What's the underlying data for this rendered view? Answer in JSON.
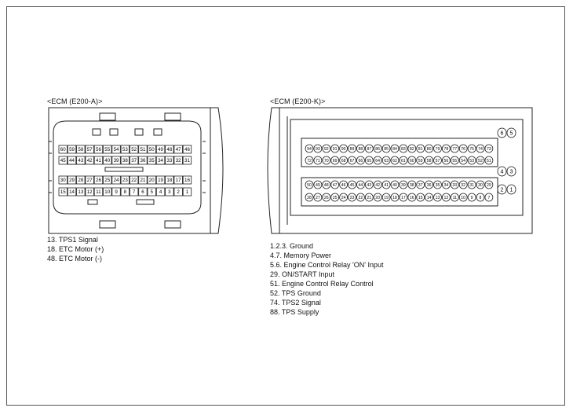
{
  "connector_a": {
    "caption": "<ECM (E200-A)>",
    "rows": [
      [
        "60",
        "59",
        "58",
        "57",
        "56",
        "55",
        "54",
        "53",
        "52",
        "51",
        "50",
        "49",
        "48",
        "47",
        "46"
      ],
      [
        "45",
        "44",
        "43",
        "42",
        "41",
        "40",
        "39",
        "38",
        "37",
        "36",
        "35",
        "34",
        "33",
        "32",
        "31"
      ],
      [
        "30",
        "29",
        "28",
        "27",
        "26",
        "25",
        "24",
        "23",
        "22",
        "21",
        "20",
        "19",
        "18",
        "17",
        "16"
      ],
      [
        "15",
        "14",
        "13",
        "12",
        "11",
        "10",
        "9",
        "8",
        "7",
        "6",
        "5",
        "4",
        "3",
        "2",
        "1"
      ]
    ],
    "legend": [
      "13. TPS1 Signal",
      "18. ETC Motor (+)",
      "48. ETC Motor (-)"
    ]
  },
  "connector_k": {
    "caption": "<ECM (E200-K)>",
    "rows": [
      [
        "94",
        "93",
        "92",
        "91",
        "90",
        "89",
        "88",
        "87",
        "86",
        "85",
        "84",
        "83",
        "82",
        "81",
        "80",
        "79",
        "78",
        "77",
        "76",
        "75",
        "74",
        "73"
      ],
      [
        "72",
        "71",
        "70",
        "69",
        "68",
        "67",
        "66",
        "65",
        "64",
        "63",
        "62",
        "61",
        "60",
        "59",
        "58",
        "57",
        "56",
        "55",
        "54",
        "53",
        "52",
        "51"
      ],
      [
        "50",
        "49",
        "48",
        "47",
        "46",
        "45",
        "44",
        "43",
        "42",
        "41",
        "40",
        "39",
        "38",
        "37",
        "36",
        "35",
        "34",
        "33",
        "32",
        "31",
        "30",
        "29"
      ],
      [
        "28",
        "27",
        "26",
        "25",
        "24",
        "23",
        "22",
        "21",
        "20",
        "19",
        "18",
        "17",
        "16",
        "15",
        "14",
        "13",
        "12",
        "11",
        "10",
        "9",
        "8",
        "7"
      ]
    ],
    "side_pins": [
      [
        "6",
        "5"
      ],
      [
        "4",
        "3"
      ],
      [
        "2",
        "1"
      ]
    ],
    "legend": [
      "1.2.3. Ground",
      "4.7. Memory Power",
      "5.6. Engine Control Relay 'ON' Input",
      "29. ON/START Input",
      "51. Engine Control Relay Control",
      "52. TPS Ground",
      "74. TPS2 Signal",
      "88. TPS Supply"
    ]
  }
}
